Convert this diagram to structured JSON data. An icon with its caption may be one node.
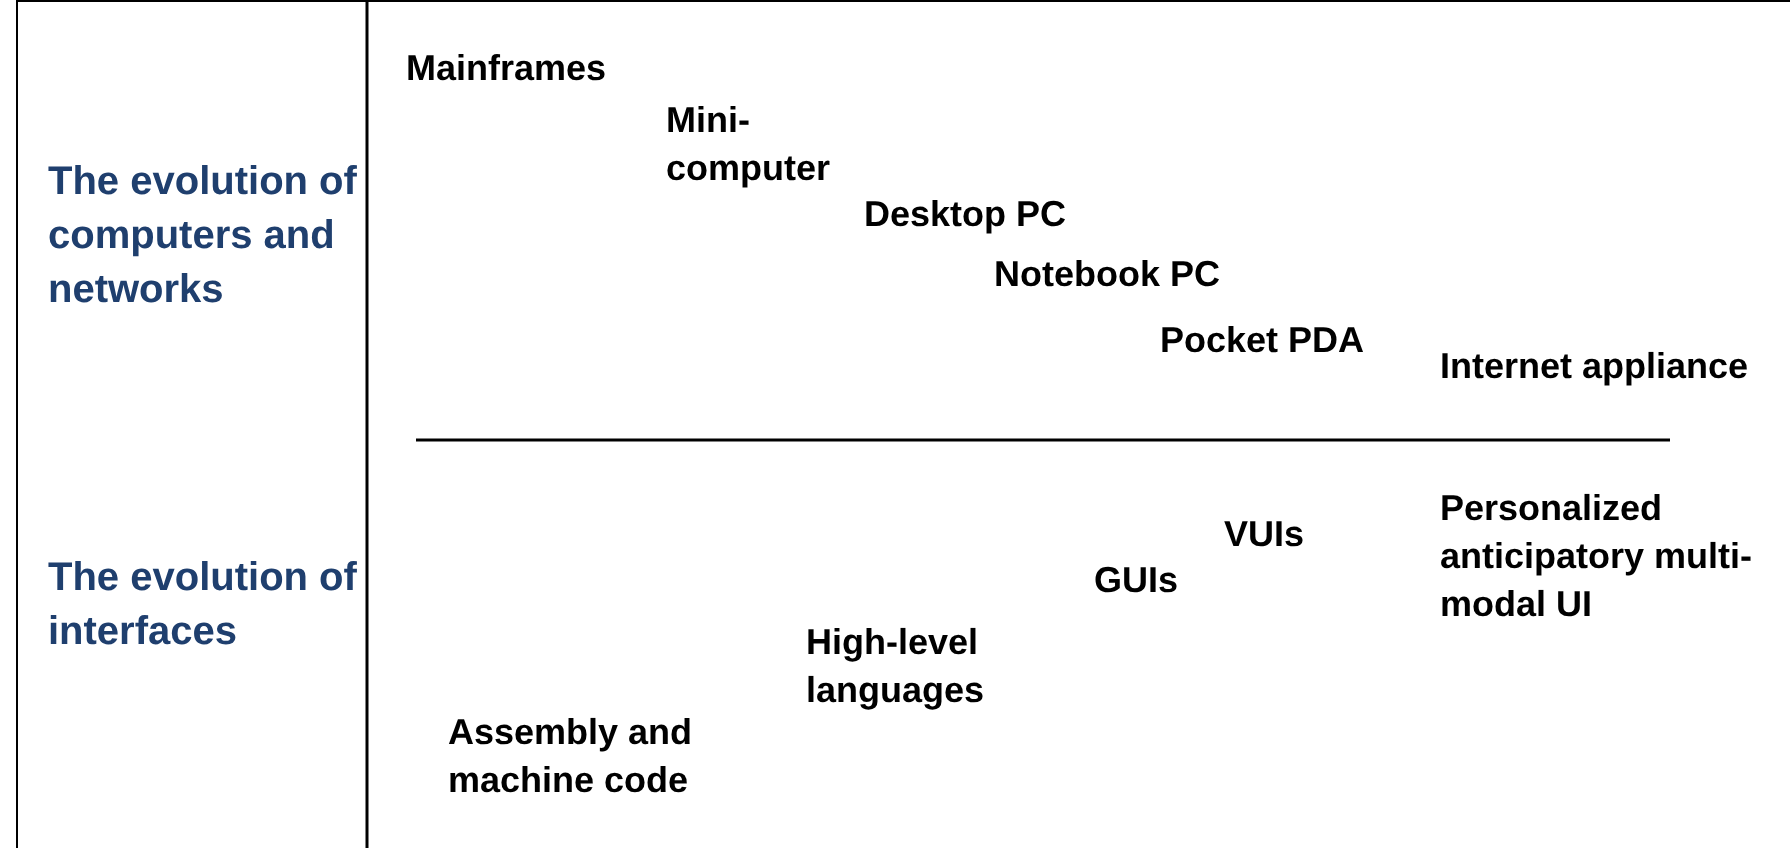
{
  "diagram": {
    "labels": [
      "The evolution of computers and networks",
      "Mainframes",
      "Mini-computer",
      "Desktop PC",
      "Notebook PC",
      "Pocket PDA",
      "Internet appliance",
      "The evolution of interfaces",
      "Personalized anticipatory multi-modal UI",
      "VUIs",
      "GUIs",
      "High-level languages",
      "Assembly and machine code"
    ]
  }
}
